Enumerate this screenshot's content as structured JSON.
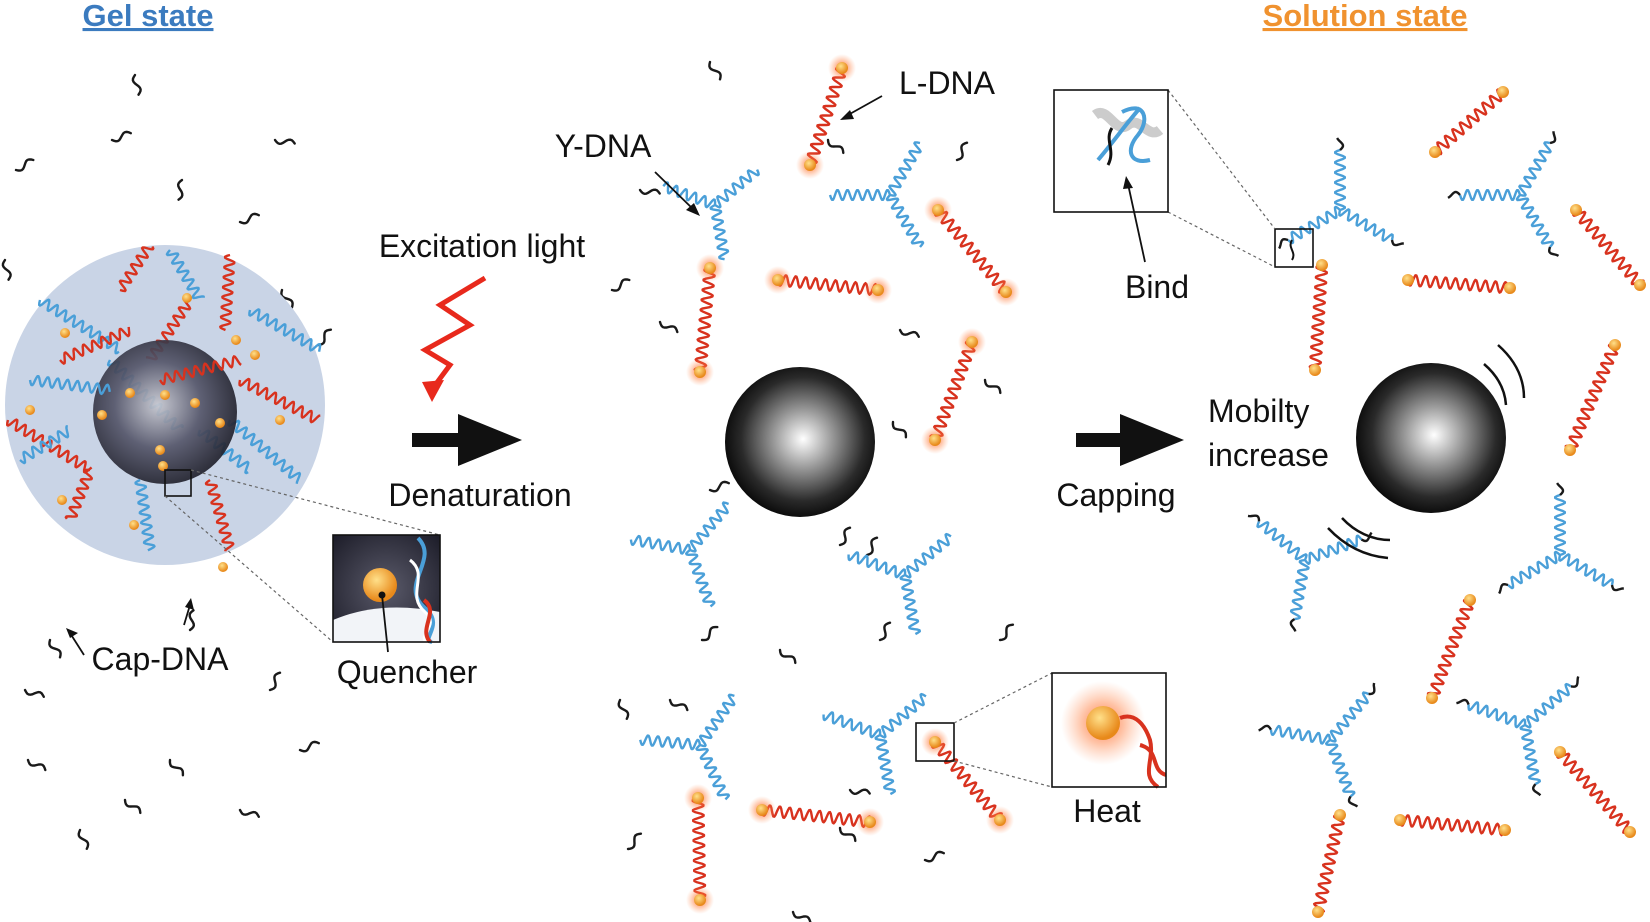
{
  "titles": {
    "gel_state": "Gel state",
    "solution_state": "Solution state"
  },
  "labels": {
    "cap_dna": "Cap-DNA",
    "quencher": "Quencher",
    "excitation_light": "Excitation light",
    "denaturation": "Denaturation",
    "y_dna": "Y-DNA",
    "l_dna": "L-DNA",
    "heat": "Heat",
    "bind": "Bind",
    "capping": "Capping",
    "mobility_line1": "Mobilty",
    "mobility_line2": "increase"
  },
  "colors": {
    "gel_title": "#3b7bbf",
    "solution_title": "#f0922f",
    "y_dna": "#4a9fd8",
    "l_dna": "#d8321e",
    "cap_dna": "#1a1a1a",
    "gel_halo": "#c9d4e6",
    "fluorophore": "#f5a623",
    "lightning": "#e8291c"
  },
  "icons": {
    "excitation": "lightning-bolt-icon",
    "process_arrow": "right-arrow-icon",
    "particle": "sphere-icon"
  }
}
